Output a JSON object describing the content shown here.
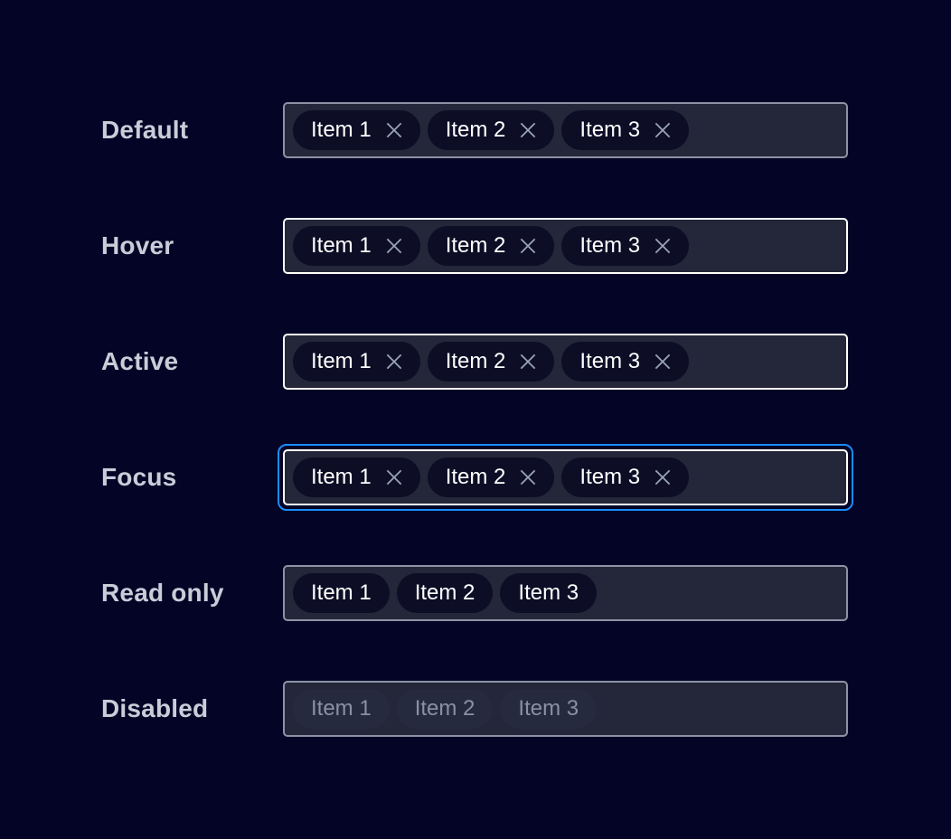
{
  "page": {
    "background": "#030426",
    "field_background": "#242639",
    "chip_background": "#0d0d26",
    "chip_text": "#ffffff",
    "label_color": "#c8cdd8",
    "default_border": "#8d93a5",
    "hover_border": "#ffffff",
    "focus_ring": "#1a8cff",
    "disabled_chip_background": "#262a3f",
    "disabled_chip_text": "#8b90a3",
    "remove_icon_color": "#9aa3b8"
  },
  "rows": [
    {
      "label": "Default",
      "state": "default",
      "removable": true,
      "chips": [
        {
          "label": "Item 1",
          "remove_icon": "close-icon"
        },
        {
          "label": "Item 2",
          "remove_icon": "close-icon"
        },
        {
          "label": "Item 3",
          "remove_icon": "close-icon"
        }
      ]
    },
    {
      "label": "Hover",
      "state": "hover",
      "removable": true,
      "chips": [
        {
          "label": "Item 1",
          "remove_icon": "close-icon"
        },
        {
          "label": "Item 2",
          "remove_icon": "close-icon"
        },
        {
          "label": "Item 3",
          "remove_icon": "close-icon"
        }
      ]
    },
    {
      "label": "Active",
      "state": "active",
      "removable": true,
      "chips": [
        {
          "label": "Item 1",
          "remove_icon": "close-icon"
        },
        {
          "label": "Item 2",
          "remove_icon": "close-icon"
        },
        {
          "label": "Item 3",
          "remove_icon": "close-icon"
        }
      ]
    },
    {
      "label": "Focus",
      "state": "focus",
      "removable": true,
      "chips": [
        {
          "label": "Item 1",
          "remove_icon": "close-icon"
        },
        {
          "label": "Item 2",
          "remove_icon": "close-icon"
        },
        {
          "label": "Item 3",
          "remove_icon": "close-icon"
        }
      ]
    },
    {
      "label": "Read only",
      "state": "readonly",
      "removable": false,
      "chips": [
        {
          "label": "Item 1"
        },
        {
          "label": "Item 2"
        },
        {
          "label": "Item 3"
        }
      ]
    },
    {
      "label": "Disabled",
      "state": "disabled",
      "removable": false,
      "chips": [
        {
          "label": "Item 1"
        },
        {
          "label": "Item 2"
        },
        {
          "label": "Item 3"
        }
      ]
    }
  ]
}
